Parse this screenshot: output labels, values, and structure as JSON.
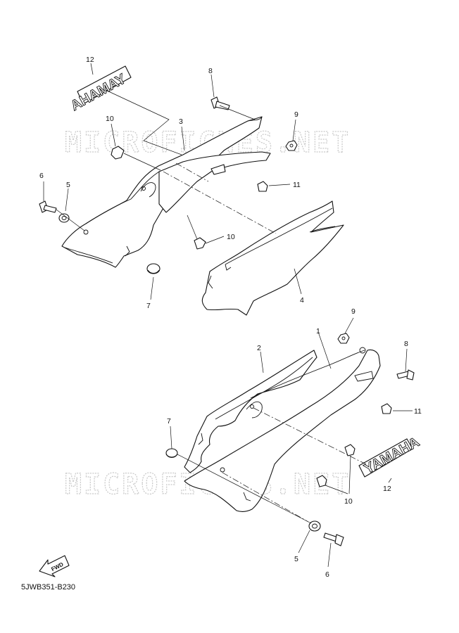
{
  "diagram_code": "5JWB351-B230",
  "watermark": "MICROFICHES.NET",
  "fwd_label": "FWD",
  "emblem_text": "YAMAHA",
  "callouts": {
    "upper": {
      "c12": "12",
      "c8": "8",
      "c10": "10",
      "c3": "3",
      "c9": "9",
      "c6": "6",
      "c5": "5",
      "c11": "11",
      "c10b": "10",
      "c7": "7",
      "c4": "4"
    },
    "lower": {
      "c9": "9",
      "c1": "1",
      "c2": "2",
      "c8": "8",
      "c11": "11",
      "c7": "7",
      "c12": "12",
      "c10": "10",
      "c5": "5",
      "c6": "6"
    }
  }
}
